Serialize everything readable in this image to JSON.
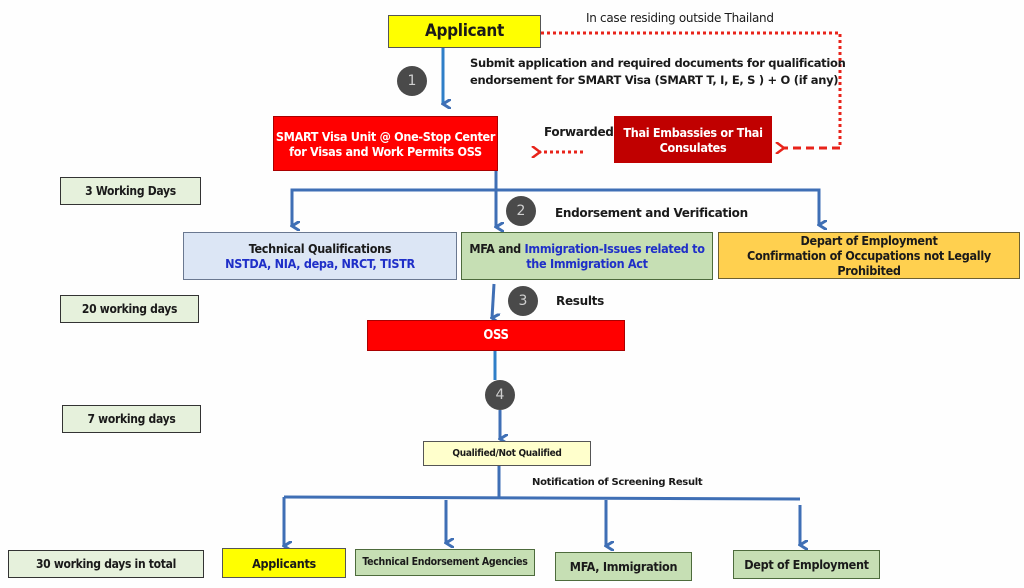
{
  "diagram": {
    "applicant": "Applicant",
    "outside_note": "In case residing outside Thailand",
    "submit_note": [
      "Submit application and required documents for qualification",
      "endorsement for SMART Visa (SMART T, I, E, S ) + O (if any)"
    ],
    "smart_unit": [
      "SMART Visa Unit @ One-Stop Center",
      "for Visas and Work Permits OSS"
    ],
    "forwarded": "Forwarded",
    "embassies": [
      "Thai Embassies or Thai",
      "Consulates"
    ],
    "endorsement_label": "Endorsement and Verification",
    "technical": {
      "title": "Technical Qualifications",
      "agencies": "NSTDA, NIA, depa, NRCT, TISTR"
    },
    "mfa": {
      "prefix": "MFA and ",
      "highlight_1": "Immigration-Issues related to",
      "highlight_2": "the Immigration Act"
    },
    "employment": {
      "title": "Depart of Employment",
      "subtitle": "Confirmation of Occupations not Legally Prohibited"
    },
    "results_label": "Results",
    "oss": "OSS",
    "qualified": "Qualified/Not Qualified",
    "notification": "Notification of Screening Result",
    "recipients": [
      "Applicants",
      "Technical Endorsement Agencies",
      "MFA, Immigration",
      "Dept of Employment"
    ],
    "steps": [
      "1",
      "2",
      "3",
      "4"
    ],
    "timeline": [
      "3 Working Days",
      "20 working days",
      "7 working days",
      "30 working days in total"
    ],
    "colors": {
      "yellow": "#ffff00",
      "red": "#ff0000",
      "dark_red": "#c00000",
      "light_blue": "#dce6f5",
      "light_green": "#c6dfb4",
      "orange": "#ffd04f",
      "pale_yellow": "#ffffcc",
      "arrow_blue": "#3f6fb5",
      "dotted_red": "#e8231a"
    }
  }
}
